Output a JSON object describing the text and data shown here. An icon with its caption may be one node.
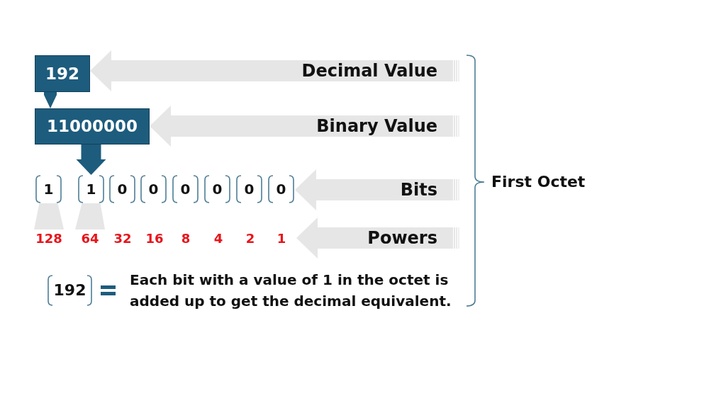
{
  "diagram": {
    "nodes": [
      {
        "text": [
          "192"
        ]
      },
      {
        "text": [
          "Decimal Value"
        ]
      },
      {
        "text": [
          "11000000"
        ]
      },
      {
        "text": [
          "Binary Value"
        ]
      },
      {
        "text": [
          "1"
        ]
      },
      {
        "text": [
          "1"
        ]
      },
      {
        "text": [
          "0"
        ]
      },
      {
        "text": [
          "0"
        ]
      },
      {
        "text": [
          "0"
        ]
      },
      {
        "text": [
          "0"
        ]
      },
      {
        "text": [
          "0"
        ]
      },
      {
        "text": [
          "0"
        ]
      },
      {
        "text": [
          "Bits"
        ]
      },
      {
        "text": [
          "128"
        ]
      },
      {
        "text": [
          "64"
        ]
      },
      {
        "text": [
          "32"
        ]
      },
      {
        "text": [
          "16"
        ]
      },
      {
        "text": [
          "8"
        ]
      },
      {
        "text": [
          "4"
        ]
      },
      {
        "text": [
          "2"
        ]
      },
      {
        "text": [
          "1"
        ]
      },
      {
        "text": [
          "Powers"
        ]
      },
      {
        "text": [
          "192"
        ]
      }
    ],
    "edges": [
      {
        "from": 1,
        "to": 0,
        "arrow": "to"
      },
      {
        "from": 3,
        "to": 2,
        "arrow": "to"
      },
      {
        "from": 0,
        "to": 2,
        "arrow": "to",
        "color": "#1d5c7d"
      },
      {
        "from": 2,
        "to": 5,
        "arrow": "to",
        "color": "#1d5c7d"
      },
      {
        "from": 12,
        "to": 11,
        "arrow": "to"
      },
      {
        "from": 21,
        "to": 20,
        "arrow": "to"
      },
      {
        "from": 4,
        "to": 13,
        "arrow": "none"
      },
      {
        "from": 5,
        "to": 14,
        "arrow": "none"
      }
    ],
    "labels": [
      "First Octet",
      "Each bit with a value of 1 in the octet is added up to get the decimal equivalent."
    ]
  }
}
